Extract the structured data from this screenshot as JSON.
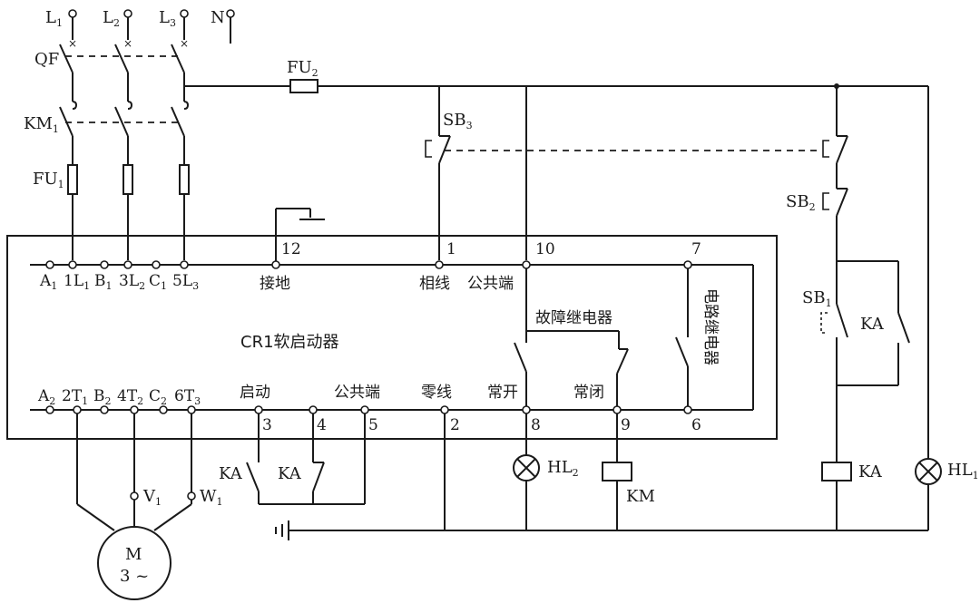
{
  "phases": [
    "L",
    "L",
    "L",
    "N"
  ],
  "phase_subs": [
    "1",
    "2",
    "3"
  ],
  "qf": "QF",
  "km1": "KM",
  "km1_sub": "1",
  "fu1": "FU",
  "fu1_sub": "1",
  "fu2": "FU",
  "fu2_sub": "2",
  "sb3": "SB",
  "sb3_sub": "3",
  "sb2": "SB",
  "sb2_sub": "2",
  "sb1": "SB",
  "sb1_sub": "1",
  "ka": "KA",
  "hl1": "HL",
  "hl1_sub": "1",
  "hl2": "HL",
  "hl2_sub": "2",
  "km": "KM",
  "device_name": "CR1软启动器",
  "top_terminals": {
    "t12": "12",
    "t1": "1",
    "t10": "10",
    "t7": "7"
  },
  "top_labels": {
    "ground": "接地",
    "phase_line": "相线",
    "common": "公共端"
  },
  "fault_relay": "故障继电器",
  "circuit_relay": "电路继电器",
  "input_left": [
    {
      "p": "A",
      "s": "1"
    },
    {
      "p": "1L",
      "s": "1"
    },
    {
      "p": "B",
      "s": "1"
    },
    {
      "p": "3L",
      "s": "2"
    },
    {
      "p": "C",
      "s": "1"
    },
    {
      "p": "5L",
      "s": "3"
    }
  ],
  "output_left": [
    {
      "p": "A",
      "s": "2"
    },
    {
      "p": "2T",
      "s": "1"
    },
    {
      "p": "B",
      "s": "2"
    },
    {
      "p": "4T",
      "s": "2"
    },
    {
      "p": "C",
      "s": "2"
    },
    {
      "p": "6T",
      "s": "3"
    }
  ],
  "bottom_labels": {
    "start": "启动",
    "common2": "公共端",
    "neutral": "零线",
    "no": "常开",
    "nc": "常闭"
  },
  "bottom_terminals": {
    "t3": "3",
    "t4": "4",
    "t5": "5",
    "t2": "2",
    "t8": "8",
    "t9": "9",
    "t6": "6"
  },
  "motor": "M",
  "motor_type": "3 ~",
  "v1": "V",
  "v1_sub": "1",
  "w1": "W",
  "w1_sub": "1"
}
